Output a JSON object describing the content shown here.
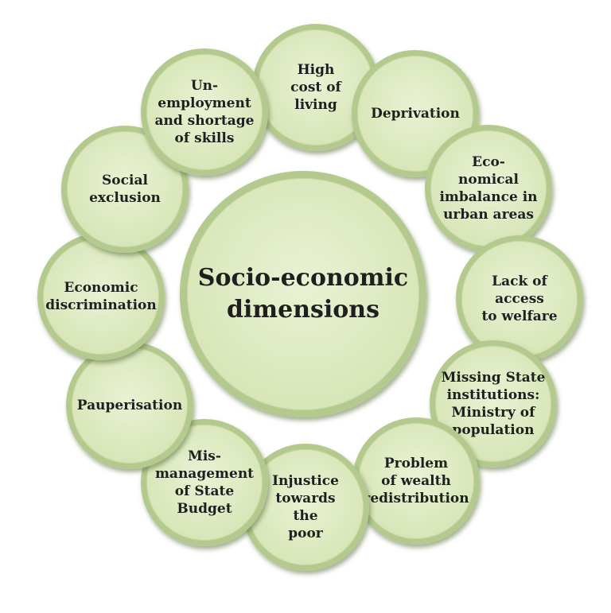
{
  "center": {
    "label": "Socio-economic\ndimensions"
  },
  "items": [
    {
      "label": "High\ncost of\nliving"
    },
    {
      "label": "Deprivation"
    },
    {
      "label": "Eco-\nnomical\nimbalance in\nurban areas"
    },
    {
      "label": "Lack of\naccess\nto welfare"
    },
    {
      "label": "Missing State\ninstitutions:\nMinistry of\npopulation"
    },
    {
      "label": "Problem\nof wealth\nredistribution"
    },
    {
      "label": "Injustice\ntowards\nthe\npoor"
    },
    {
      "label": "Mis-\nmanagement\nof State\nBudget"
    },
    {
      "label": "Pauperisation"
    },
    {
      "label": "Economic\ndiscrimination"
    },
    {
      "label": "Social\nexclusion"
    },
    {
      "label": "Un-\nemployment\nand shortage\nof skills"
    }
  ],
  "colors": {
    "fill": "#dce9bf",
    "border": "#b4c98e",
    "text": "#1f1f1f"
  }
}
